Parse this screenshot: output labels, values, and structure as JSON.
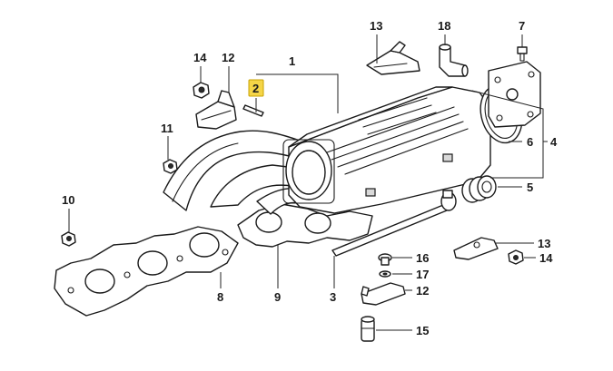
{
  "diagram": {
    "highlight_color": "#f5d547",
    "callouts": {
      "c1": "1",
      "c2": "2",
      "c3": "3",
      "c4": "4",
      "c5": "5",
      "c6": "6",
      "c7": "7",
      "c8": "8",
      "c9": "9",
      "c10": "10",
      "c11": "11",
      "c12a": "12",
      "c12b": "12",
      "c13a": "13",
      "c13b": "13",
      "c14a": "14",
      "c14b": "14",
      "c15": "15",
      "c16": "16",
      "c17": "17",
      "c18": "18"
    },
    "highlighted_callout": "2"
  }
}
